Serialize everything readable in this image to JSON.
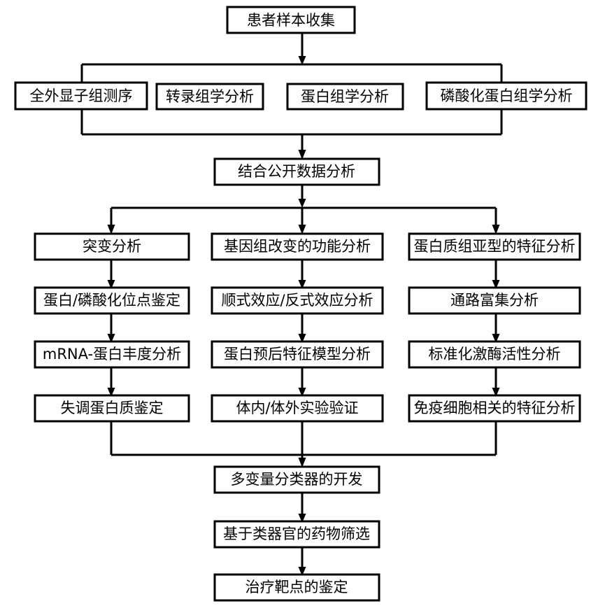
{
  "diagram": {
    "title": "",
    "background_color": "#ffffff",
    "line_color": "#000000",
    "box_fill": "#ffffff",
    "text_color": "#000000"
  },
  "nodes": {
    "start": {
      "label": "患者样本收集"
    },
    "omics": [
      {
        "label": "全外显子组测序"
      },
      {
        "label": "转录组学分析"
      },
      {
        "label": "蛋白组学分析"
      },
      {
        "label": "磷酸化蛋白组学分析"
      }
    ],
    "integration": {
      "label": "结合公开数据分析"
    },
    "columns": [
      {
        "name": "mutation-column",
        "steps": [
          {
            "label": "突变分析"
          },
          {
            "label": "蛋白/磷酸化位点鉴定"
          },
          {
            "label": "mRNA-蛋白丰度分析"
          },
          {
            "label": "失调蛋白质鉴定"
          }
        ]
      },
      {
        "name": "genomic-function-column",
        "steps": [
          {
            "label": "基因组改变的功能分析"
          },
          {
            "label": "顺式效应/反式效应分析"
          },
          {
            "label": "蛋白预后特征模型分析"
          },
          {
            "label": "体内/体外实验验证"
          }
        ]
      },
      {
        "name": "proteome-subtype-column",
        "steps": [
          {
            "label": "蛋白质组亚型的特征分析"
          },
          {
            "label": "通路富集分析"
          },
          {
            "label": "标准化激酶活性分析"
          },
          {
            "label": "免疫细胞相关的特征分析"
          }
        ]
      }
    ],
    "outcomes": [
      {
        "label": "多变量分类器的开发"
      },
      {
        "label": "基于类器官的药物筛选"
      },
      {
        "label": "治疗靶点的鉴定"
      }
    ]
  }
}
